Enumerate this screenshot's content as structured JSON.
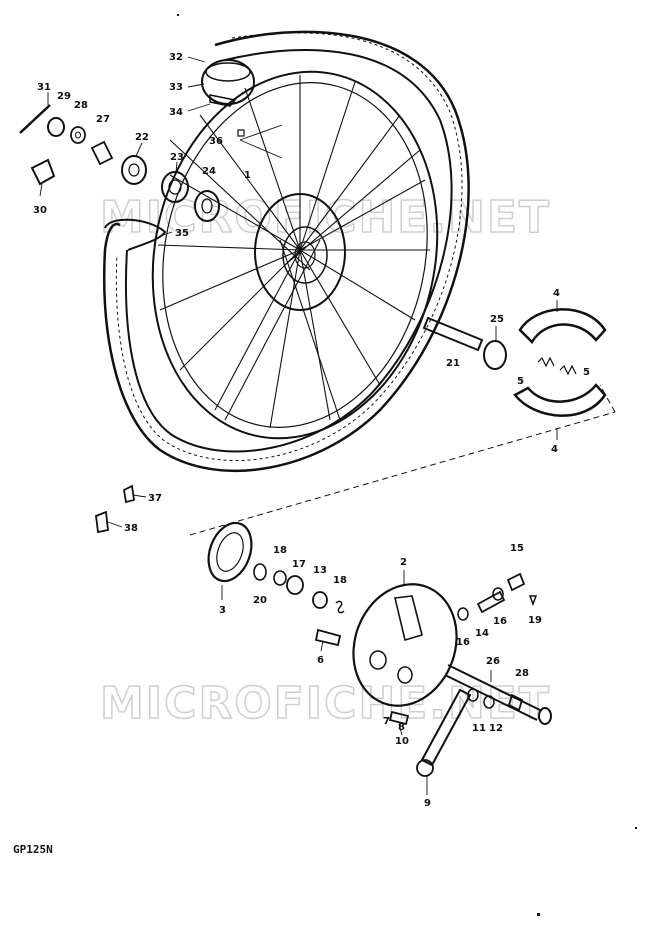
{
  "model_code": "GP125N",
  "watermarks": [
    "MICROFICHE.NET",
    "MICROFICHE.NET"
  ],
  "callouts": [
    "32",
    "33",
    "34",
    "31",
    "29",
    "28",
    "27",
    "22",
    "36",
    "30",
    "23",
    "24",
    "35",
    "1",
    "25",
    "4",
    "21",
    "5",
    "5",
    "4",
    "37",
    "38",
    "3",
    "20",
    "18",
    "17",
    "13",
    "18",
    "2",
    "15",
    "16",
    "14",
    "16",
    "19",
    "6",
    "26",
    "28",
    "7",
    "8",
    "11",
    "12",
    "10",
    "9"
  ],
  "colors": {
    "ink": "#111111",
    "paper": "#ffffff",
    "watermark": "#cfcfcf"
  }
}
